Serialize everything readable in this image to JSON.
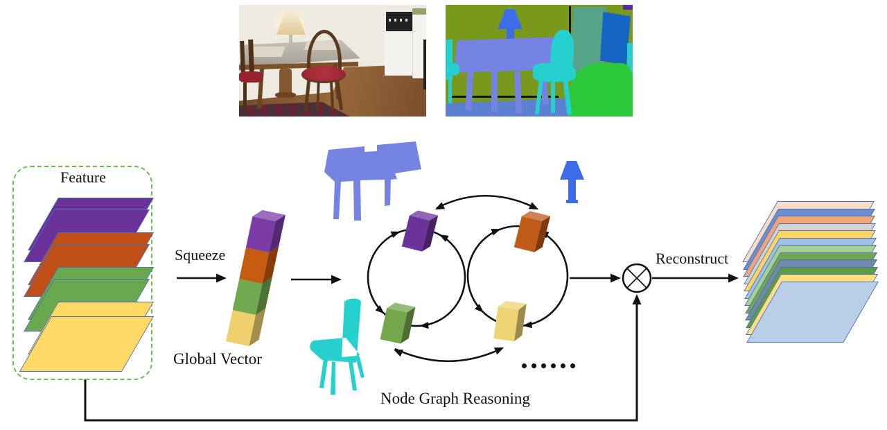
{
  "diagram": {
    "feature_label": "Feature",
    "squeeze_label": "Squeeze",
    "global_vector_label": "Global Vector",
    "node_graph_label": "Node Graph Reasoning",
    "reconstruct_label": "Reconstruct",
    "multiply_symbol": "⊗"
  },
  "ellipsis": {
    "dot_count": 6
  },
  "colors": {
    "feature_layers": [
      "#6a3299",
      "#6a3299",
      "#bf4f16",
      "#bf4f16",
      "#6aa84f",
      "#6aa84f",
      "#ffd966",
      "#ffd966"
    ],
    "output_layers": [
      "#f7dcc8",
      "#6d8fd0",
      "#f0a478",
      "#d3d3d3",
      "#ffd55f",
      "#a3c1e5",
      "#a6d096",
      "#71a84f",
      "#7389a9",
      "#5d9c44",
      "#ffdf80",
      "#b9cfe8"
    ],
    "global_vector_segments": [
      "#7b3ca8",
      "#c55a11",
      "#70a84f",
      "#f0d06e"
    ],
    "graph_nodes": [
      "#6b3299",
      "#c05a18",
      "#74a64c",
      "#eed372"
    ],
    "css_vars": {
      "sheet-border": "#4a6fb5",
      "dash": "#6abf4b",
      "ink": "#111111",
      "seg-wall": "#79991c",
      "seg-table": "#7583e3",
      "seg-chair": "#26d0ce",
      "seg-lamp": "#3d6ce8",
      "seg-cabinet": "#56a388",
      "seg-door": "#1565c4",
      "seg-floor": "#5d7fd0",
      "seg-green": "#2dc93c",
      "seg-purple": "#5a2a9a",
      "ph-wall": "#eeeae2",
      "ph-floor": "#8a5a32",
      "ph-wood": "#7c5226",
      "ph-glass": "#bdb9ae",
      "ph-cushion": "#97222f",
      "ph-shade": "#f6ecd2",
      "ph-white": "#f4f2ee",
      "ph-dark": "#222222",
      "ph-rug": "#4a2f3a"
    }
  }
}
